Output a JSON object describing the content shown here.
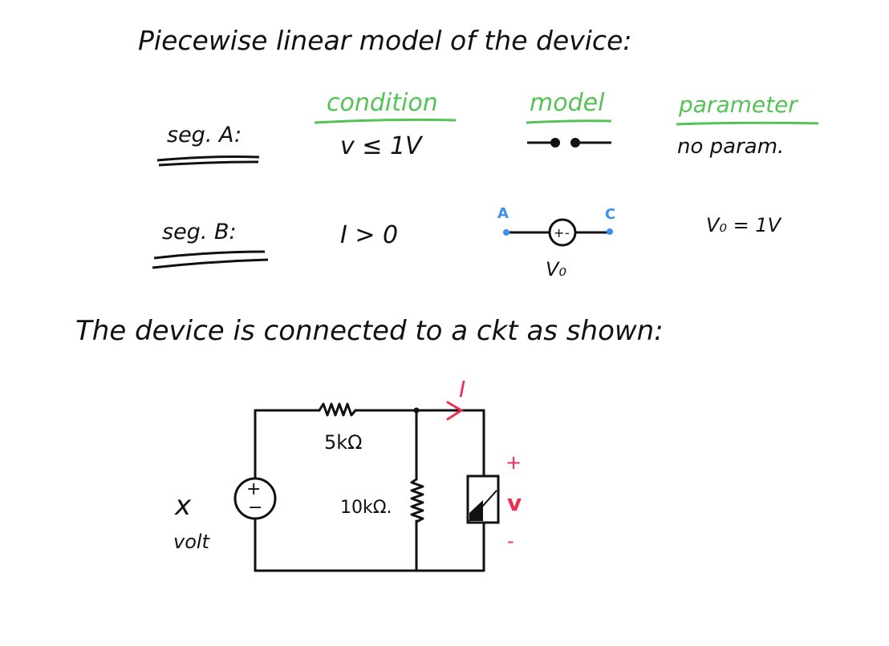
{
  "title": "Piecewise linear model of the device:",
  "headers": {
    "condition": "condition",
    "model": "model",
    "parameter": "parameter"
  },
  "segments": [
    {
      "label": "seg. A:",
      "condition": "v ≤ 1V",
      "parameter": "no param."
    },
    {
      "label": "seg. B:",
      "condition": "I > 0",
      "parameter": "V₀ = 1V",
      "terminal_a": "A",
      "terminal_c": "C",
      "source_plus": "+",
      "source_minus": "-",
      "source_label": "V₀"
    }
  ],
  "subtitle": "The device is connected to a ckt as shown:",
  "circuit": {
    "source_value": "x",
    "source_unit": "volt",
    "source_plus": "+",
    "source_minus": "−",
    "r_series": "5kΩ",
    "r_shunt": "10kΩ.",
    "current_label": "I",
    "v_plus": "+",
    "v_label": "v",
    "v_minus": "-"
  },
  "colors": {
    "ink": "#111111",
    "header_green": "#55c257",
    "annotation_red": "#ee2f52",
    "terminal_blue": "#3b8ff0"
  }
}
